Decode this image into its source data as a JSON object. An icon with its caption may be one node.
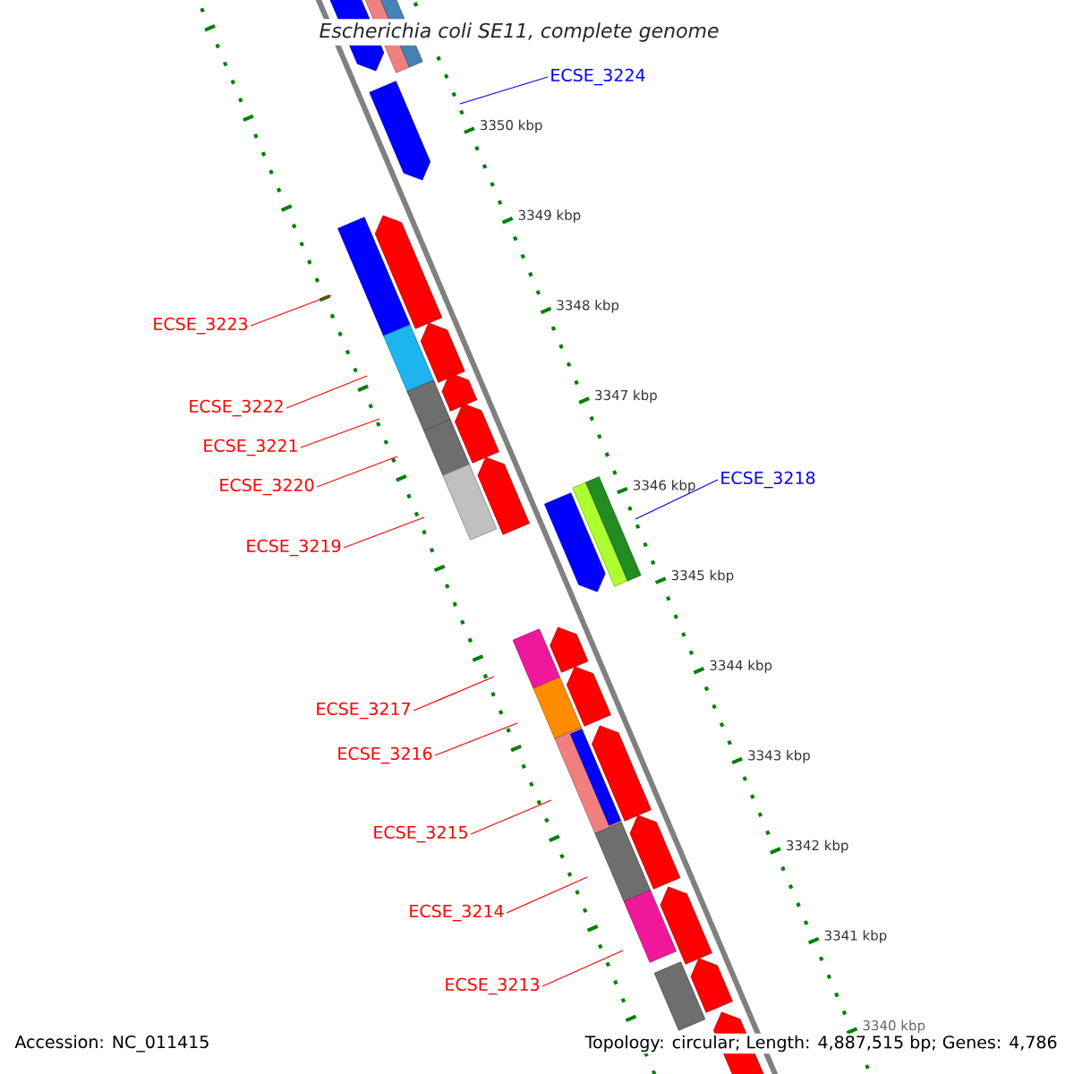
{
  "diagram": {
    "title": "*Escherichia coli* SE11, complete genome",
    "nodes": [
      {
        "text": [
          "ECSE_3224"
        ]
      },
      {
        "text": [
          "ECSE_3223"
        ]
      },
      {
        "text": [
          "ECSE_3222"
        ]
      },
      {
        "text": [
          "ECSE_3221"
        ]
      },
      {
        "text": [
          "ECSE_3220"
        ]
      },
      {
        "text": [
          "ECSE_3218"
        ]
      },
      {
        "text": [
          "ECSE_3219"
        ]
      },
      {
        "text": [
          "ECSE_3217"
        ]
      },
      {
        "text": [
          "ECSE_3216"
        ]
      },
      {
        "text": [
          "ECSE_3215"
        ]
      },
      {
        "text": [
          "ECSE_3214"
        ]
      },
      {
        "text": [
          "ECSE_3213"
        ]
      }
    ],
    "edges": [
      {
        "from": 0,
        "to": null,
        "arrow": "none",
        "color": "#0000ff"
      },
      {
        "from": 1,
        "to": null,
        "arrow": "none"
      },
      {
        "from": 2,
        "to": null,
        "arrow": "none"
      },
      {
        "from": 3,
        "to": null,
        "arrow": "none"
      },
      {
        "from": 4,
        "to": null,
        "arrow": "none"
      },
      {
        "from": 5,
        "to": null,
        "arrow": "none",
        "color": "#0000ff"
      },
      {
        "from": 6,
        "to": null,
        "arrow": "none"
      },
      {
        "from": 7,
        "to": null,
        "arrow": "none"
      },
      {
        "from": 8,
        "to": null,
        "arrow": "none"
      },
      {
        "from": 9,
        "to": null,
        "arrow": "none"
      },
      {
        "from": 10,
        "to": null,
        "arrow": "none"
      },
      {
        "from": 11,
        "to": null,
        "arrow": "none"
      }
    ],
    "labels": [
      "3350 kbp",
      "3349 kbp",
      "3348 kbp",
      "3347 kbp",
      "3346 kbp",
      "3345 kbp",
      "3344 kbp",
      "3343 kbp",
      "3342 kbp",
      "3341 kbp",
      "3340 kbp",
      "Accession: NC_011415",
      "Topology: circular; Length: 4,887,515 bp; Genes: 4,786"
    ]
  }
}
